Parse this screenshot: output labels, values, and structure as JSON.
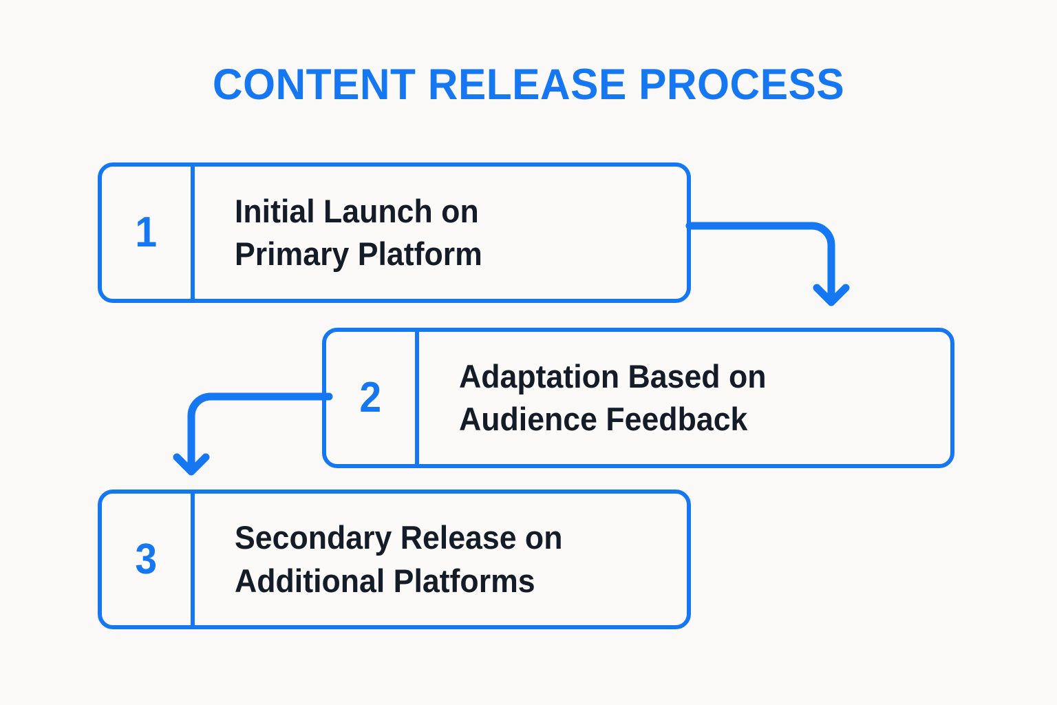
{
  "page": {
    "title": "CONTENT RELEASE PROCESS",
    "background_color": "#faf9f7",
    "accent_color": "#1677f2",
    "text_color": "#141c28"
  },
  "diagram": {
    "type": "vertical-zigzag-process-flow",
    "steps": [
      {
        "number": "1",
        "label": "Initial Launch on\nPrimary Platform"
      },
      {
        "number": "2",
        "label": "Adaptation Based on\nAudience Feedback"
      },
      {
        "number": "3",
        "label": "Secondary Release on\nAdditional Platforms"
      }
    ],
    "connectors": [
      {
        "from": "1",
        "to": "2",
        "direction": "right-then-down"
      },
      {
        "from": "2",
        "to": "3",
        "direction": "left-then-down"
      }
    ]
  }
}
